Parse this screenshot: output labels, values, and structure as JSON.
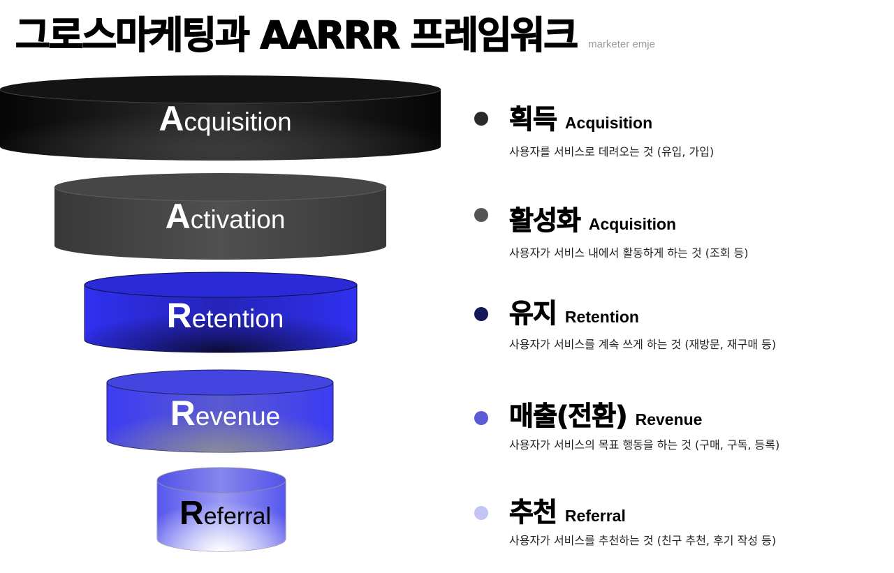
{
  "header": {
    "title": "그로스마케팅과 AARRR 프레임워크",
    "author": "marketer emje"
  },
  "funnel": {
    "stages": [
      {
        "cap": "A",
        "rest": "cquisition",
        "text_color": "#ffffff",
        "colors": [
          "#0a0a0a",
          "#3a3a3a"
        ]
      },
      {
        "cap": "A",
        "rest": "ctivation",
        "text_color": "#ffffff",
        "colors": [
          "#3c3c3c",
          "#5a5a5a"
        ]
      },
      {
        "cap": "R",
        "rest": "etention",
        "text_color": "#ffffff",
        "colors": [
          "#2f2fe8",
          "#12124a"
        ]
      },
      {
        "cap": "R",
        "rest": "evenue",
        "text_color": "#ffffff",
        "colors": [
          "#3a3af2",
          "#8a8aa0"
        ]
      },
      {
        "cap": "R",
        "rest": "eferral",
        "text_color": "#000000",
        "colors": [
          "#5a5af0",
          "#f4f4ff"
        ]
      }
    ]
  },
  "legend": {
    "items": [
      {
        "ko": "획득",
        "en": "Acquisition",
        "desc": "사용자를 서비스로 데려오는 것 (유입, 가입)",
        "bullet_color": "#2b2b2b"
      },
      {
        "ko": "활성화",
        "en": "Acquisition",
        "desc": "사용자가 서비스 내에서 활동하게 하는 것 (조회 등)",
        "bullet_color": "#555555"
      },
      {
        "ko": "유지",
        "en": "Retention",
        "desc": "사용자가 서비스를 계속 쓰게 하는 것 (재방문, 재구매 등)",
        "bullet_color": "#15175a"
      },
      {
        "ko": "매출(전환)",
        "en": "Revenue",
        "desc": "사용자가 서비스의 목표 행동을 하는 것 (구매, 구독, 등록)",
        "bullet_color": "#5b5bd6"
      },
      {
        "ko": "추천",
        "en": "Referral",
        "desc": "사용자가 서비스를 추천하는 것 (친구 추천, 후기 작성 등)",
        "bullet_color": "#c4c4f4"
      }
    ]
  }
}
